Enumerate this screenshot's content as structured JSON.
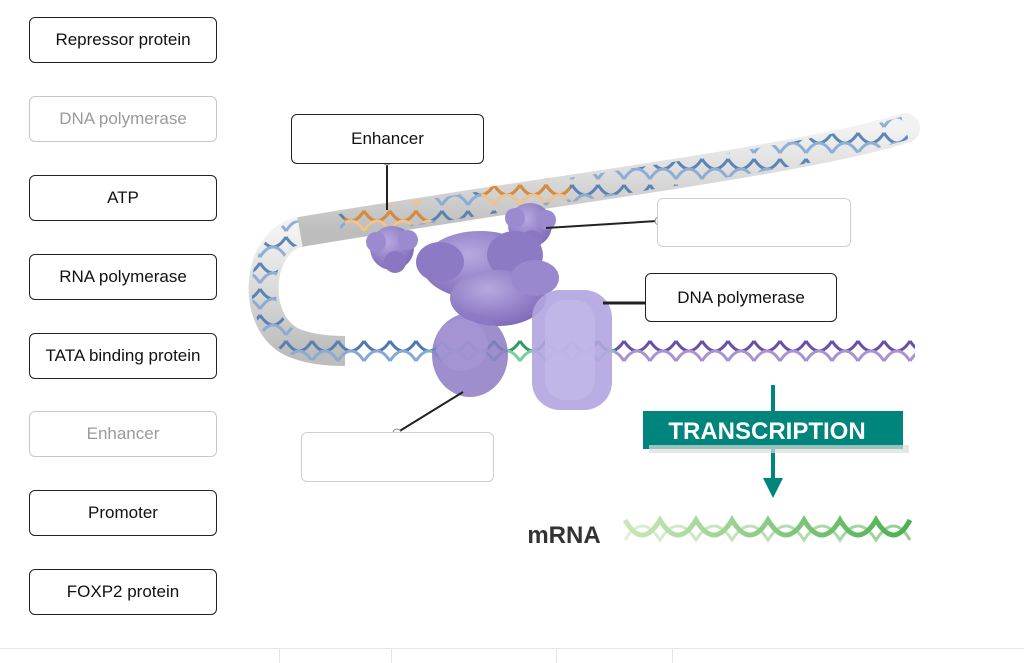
{
  "label_bank": [
    {
      "text": "Repressor protein",
      "used": false
    },
    {
      "text": "DNA polymerase",
      "used": true
    },
    {
      "text": "ATP",
      "used": false
    },
    {
      "text": "RNA polymerase",
      "used": false
    },
    {
      "text": "TATA binding protein",
      "used": false
    },
    {
      "text": "Enhancer",
      "used": true
    },
    {
      "text": "Promoter",
      "used": false
    },
    {
      "text": "FOXP2 protein",
      "used": false
    }
  ],
  "targets": {
    "enhancer": "Enhancer",
    "upper_right": "",
    "dna_polymerase": "DNA polymerase",
    "lower_left": ""
  },
  "diagram": {
    "transcription_label": "TRANSCRIPTION",
    "mrna_label": "mRNA"
  },
  "colors": {
    "dna_blue": "#5a82b5",
    "enhancer_orange": "#e8a860",
    "promoter_green": "#3fae78",
    "gene_purple": "#7c63b0",
    "protein_purple": "#8e7cc3",
    "transcription_teal": "#00857c",
    "mrna_green": "#5cb85c"
  }
}
